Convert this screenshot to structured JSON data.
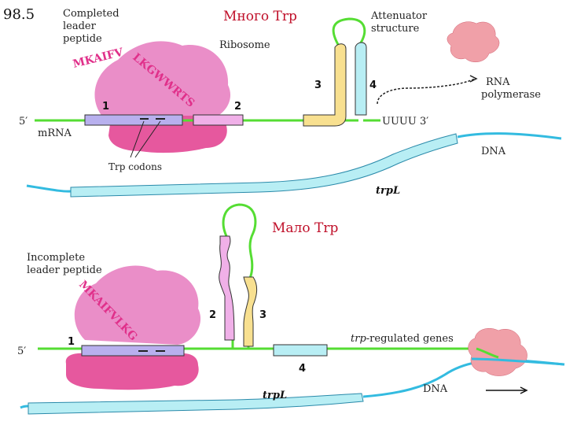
{
  "figure_number": "98.5",
  "top_panel": {
    "title": "Много Trp",
    "leader_label": "Completed\nleader\npeptide",
    "ribosome_label": "Ribosome",
    "attenuator_label": "Attenuator\nstructure",
    "rna_pol_label": "RNA\npolymerase",
    "peptide_seq": "MKAIFVLKGWWRTS",
    "mrna_label": "mRNA",
    "five_prime": "5′",
    "three_prime_tail": "UUUU 3′",
    "trp_codons_label": "Trp codons",
    "dna_label": "DNA",
    "gene_label": "trpL",
    "region_numbers": [
      "1",
      "2",
      "3",
      "4"
    ]
  },
  "bottom_panel": {
    "title": "Мало Trp",
    "leader_label": "Incomplete\nleader peptide",
    "peptide_seq": "MKAIFVLKG",
    "five_prime": "5′",
    "regulated_genes_label": "trp-regulated genes",
    "dna_label": "DNA",
    "gene_label": "trpL",
    "region_numbers": [
      "1",
      "2",
      "3",
      "4"
    ]
  },
  "colors": {
    "mrna": "#55dd33",
    "dna": "#33bbe0",
    "ribosome": "#ea8ec8",
    "rna_polymerase": "#f0a0a8",
    "region1": "#b8b0ee",
    "region2": "#f0b0e8",
    "region3": "#f8e090",
    "region4": "#b8eef4",
    "title_red": "#c0102a",
    "peptide_pink": "#e0308a"
  }
}
